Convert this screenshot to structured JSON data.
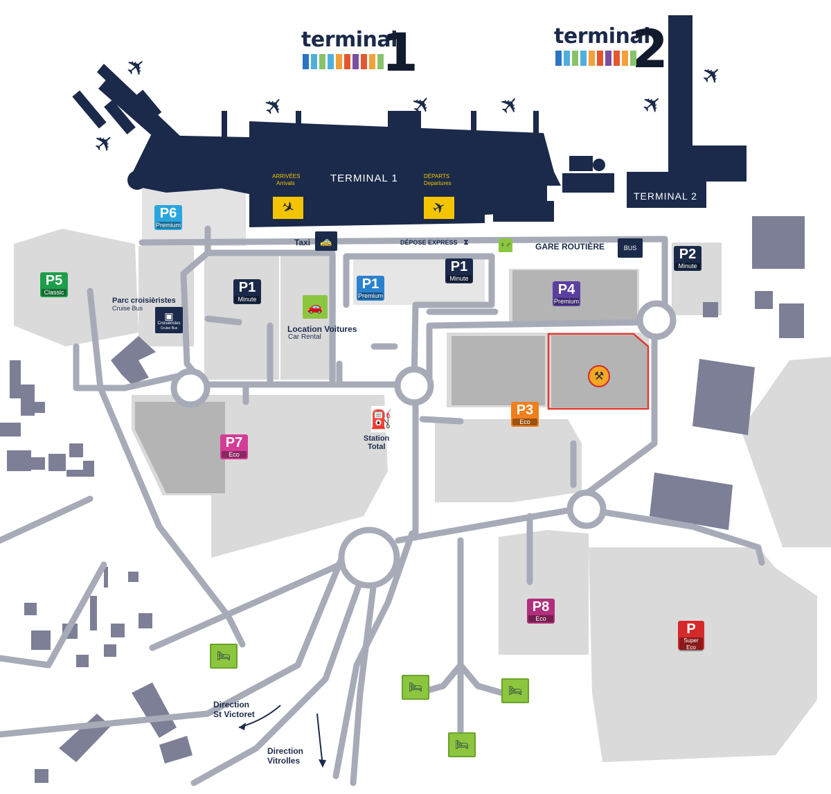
{
  "logos": {
    "t1": {
      "word": "terminal",
      "num": "1"
    },
    "t2": {
      "word": "terminal",
      "num": "2"
    },
    "bar_colors": [
      "#2b73c4",
      "#4fb0de",
      "#8ac26b",
      "#f4a03a",
      "#e4572e",
      "#7a4ea0"
    ]
  },
  "terminals": {
    "t1_label": "TERMINAL 1",
    "t2_label": "TERMINAL 2",
    "arrivals_fr": "ARRIVÉES",
    "arrivals_en": "Arrivals",
    "departures_fr": "DÉPARTS",
    "departures_en": "Departures"
  },
  "labels": {
    "taxi": "Taxi",
    "depose": "DÉPOSE EXPRESS",
    "gare": "GARE ROUTIÈRE",
    "cruise_fr": "Parc croisièristes",
    "cruise_en": "Cruise Bus",
    "cruise_sub": "Croisiéristes",
    "cruise_sub2": "Cruise Bus",
    "rental_fr": "Location Voitures",
    "rental_en": "Car Rental",
    "station1": "Station",
    "station2": "Total",
    "dir_stv1": "Direction",
    "dir_stv2": "St Victoret",
    "dir_vit1": "Direction",
    "dir_vit2": "Vitrolles",
    "bus": "BUS"
  },
  "parkings": [
    {
      "id": "p6",
      "num": "P6",
      "sub": "Premium",
      "color": "#2aa6df"
    },
    {
      "id": "p5",
      "num": "P5",
      "sub": "Classic",
      "color": "#1e9e4a"
    },
    {
      "id": "p1",
      "num": "P1",
      "sub": "Premium",
      "color": "#2a82cf"
    },
    {
      "id": "p4",
      "num": "P4",
      "sub": "Premium",
      "color": "#5b3fa0"
    },
    {
      "id": "p3",
      "num": "P3",
      "sub": "Eco",
      "color": "#f07f1c"
    },
    {
      "id": "p7",
      "num": "P7",
      "sub": "Eco",
      "color": "#d43c95"
    },
    {
      "id": "p8",
      "num": "P8",
      "sub": "Eco",
      "color": "#b12f7c"
    },
    {
      "id": "psuper",
      "num": "P",
      "sub": "Super Eco",
      "color": "#d42a2a"
    },
    {
      "id": "pm1",
      "num": "P1",
      "sub": "Minute",
      "color": "#1b2a4a"
    },
    {
      "id": "pm2",
      "num": "P1",
      "sub": "Minute",
      "color": "#1b2a4a"
    },
    {
      "id": "pm3",
      "num": "P2",
      "sub": "Minute",
      "color": "#1b2a4a"
    }
  ],
  "icons": {
    "plane": "airplane-icon",
    "arrivals": "plane-landing-icon",
    "departures": "plane-takeoff-icon",
    "works": "roadwork-icon",
    "fuel": "fuel-pump-icon",
    "hotel": "hotel-bed-icon",
    "car": "car-rental-icon",
    "toilet": "toilet-icon",
    "bus": "bus-icon",
    "taxi": "taxi-icon",
    "hourglass": "hourglass-icon"
  },
  "colors": {
    "terminal": "#1b2a4a",
    "road": "#a7abb8",
    "zone": "#dadada",
    "zone_dark": "#b4b4b4",
    "building": "#7d7f97",
    "works_border": "#e03a2e",
    "sign_yellow": "#f5c400",
    "hotel_green": "#8cc63f"
  }
}
